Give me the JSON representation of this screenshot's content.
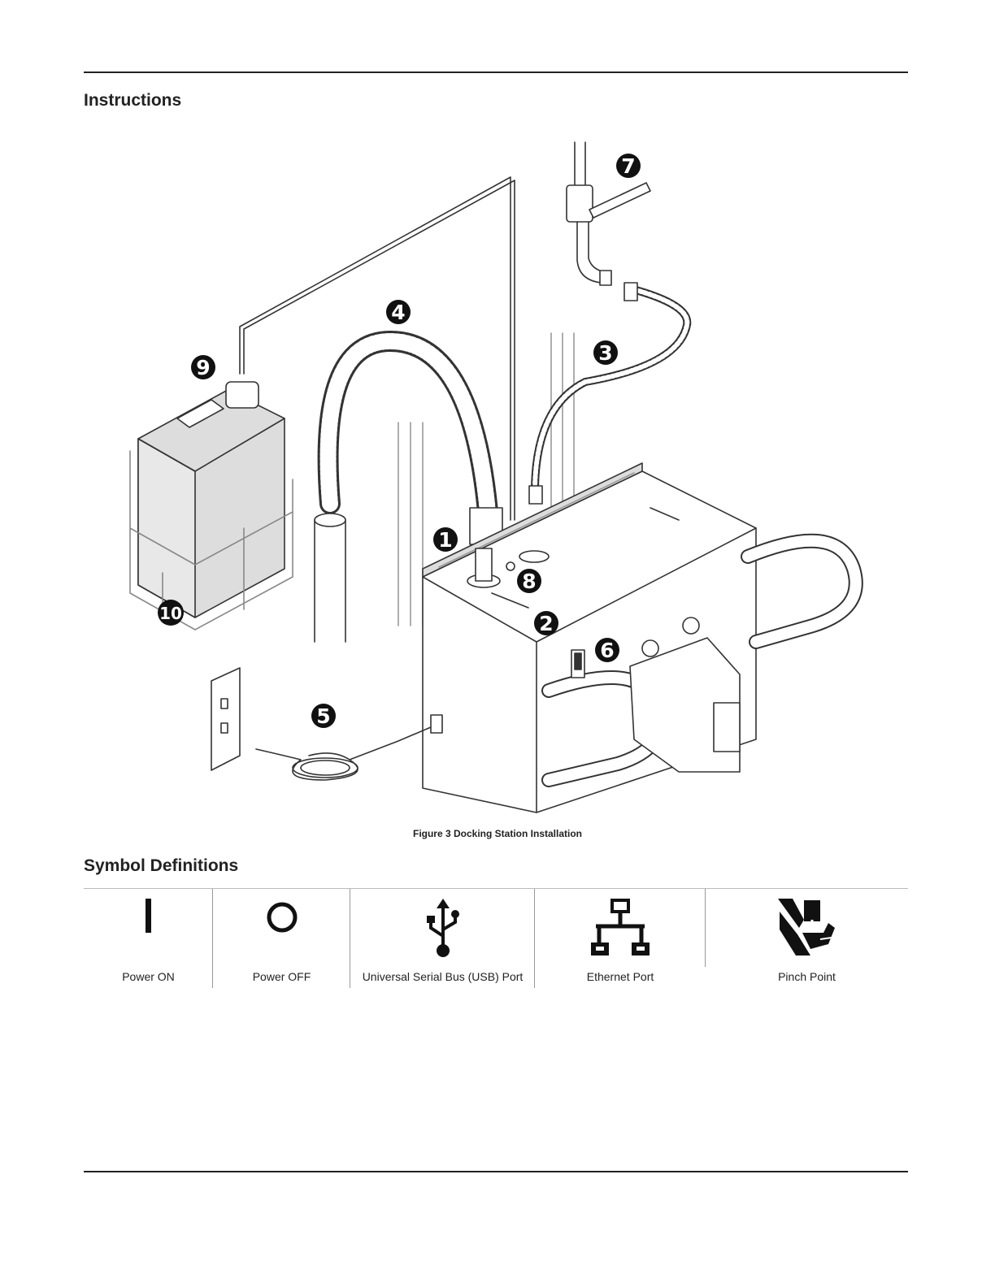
{
  "section_titles": {
    "instructions": "Instructions",
    "symbols": "Symbol Definitions"
  },
  "figure": {
    "caption": "Figure 3 Docking Station Installation",
    "callouts": [
      "1",
      "2",
      "3",
      "4",
      "5",
      "6",
      "7",
      "8",
      "9",
      "10"
    ]
  },
  "symbols": [
    {
      "icon": "power-on-icon",
      "label": "Power ON"
    },
    {
      "icon": "power-off-icon",
      "label": "Power OFF"
    },
    {
      "icon": "usb-icon",
      "label": "Universal Serial Bus (USB) Port"
    },
    {
      "icon": "ethernet-icon",
      "label": "Ethernet Port"
    },
    {
      "icon": "pinch-point-icon",
      "label": "Pinch Point"
    }
  ]
}
